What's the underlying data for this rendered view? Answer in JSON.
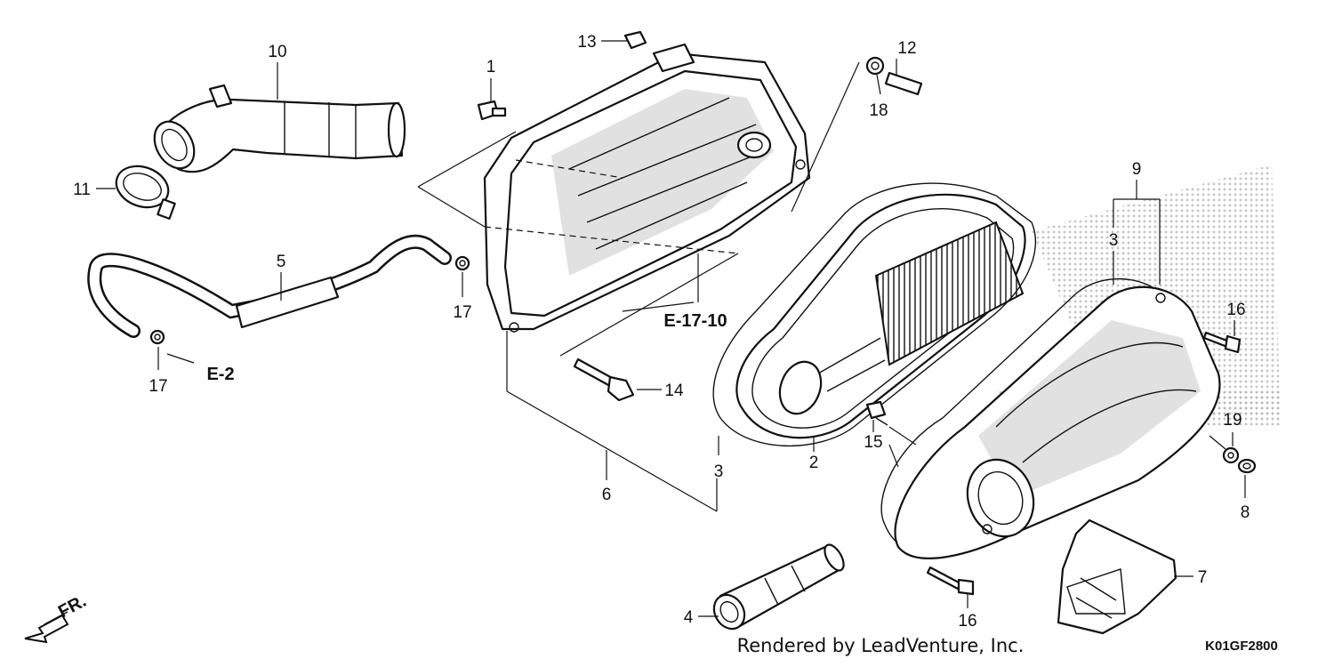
{
  "callouts": {
    "c1": "1",
    "c2": "2",
    "c3a": "3",
    "c3b": "3",
    "c4": "4",
    "c5": "5",
    "c6": "6",
    "c7": "7",
    "c8": "8",
    "c9": "9",
    "c10": "10",
    "c11": "11",
    "c12": "12",
    "c13": "13",
    "c14": "14",
    "c15": "15",
    "c16a": "16",
    "c16b": "16",
    "c17a": "17",
    "c17b": "17",
    "c18": "18",
    "c19": "19"
  },
  "references": {
    "e17": "E-17-10",
    "e2": "E-2"
  },
  "direction_label": "FR.",
  "footer": {
    "rendered_by": "Rendered by LeadVenture, Inc.",
    "diagram_code": "K01GF2800"
  }
}
